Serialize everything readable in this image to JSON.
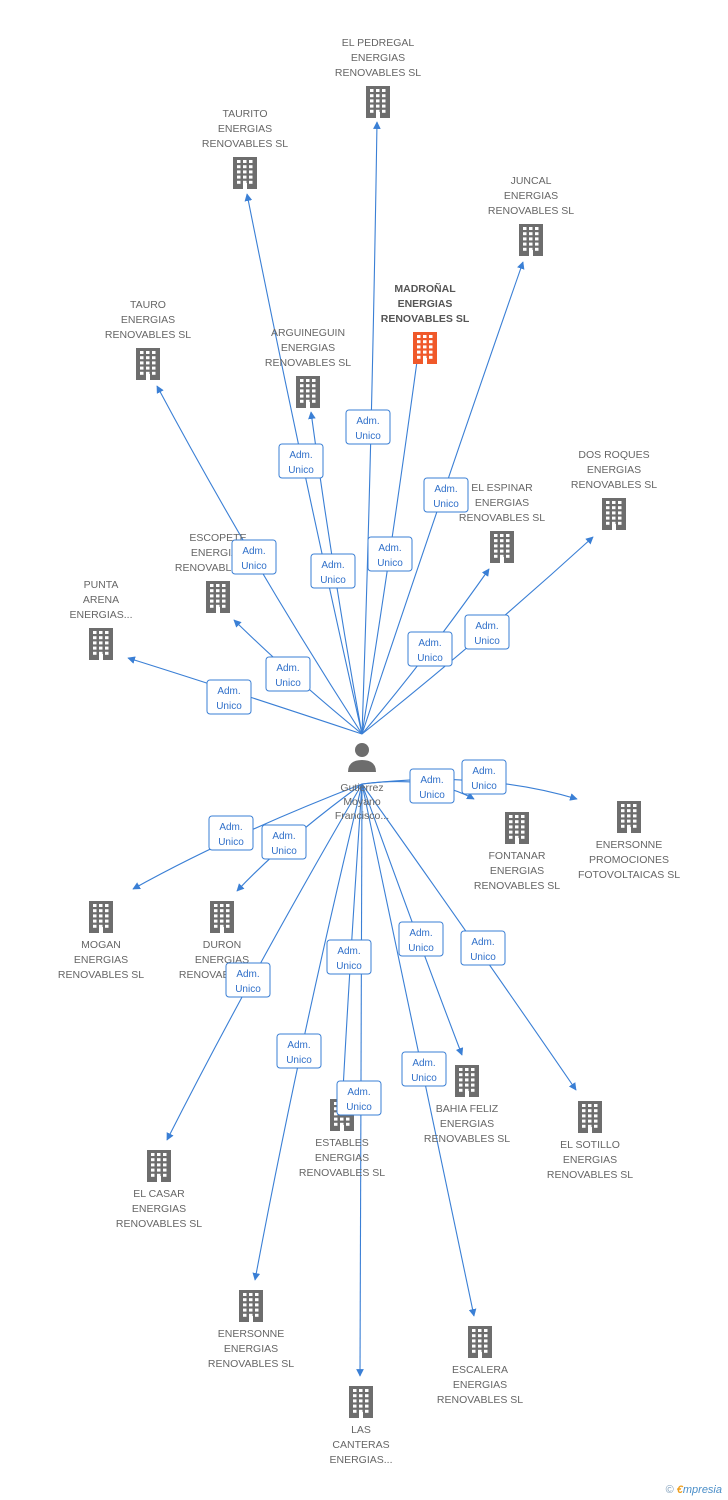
{
  "colors": {
    "edge": "#3a7fd5",
    "building": "#6d6d6d",
    "focus_building": "#f0592a",
    "person": "#6d6d6d"
  },
  "center": {
    "name": "Gutierrez Moyano Francisco...",
    "lines": [
      "Gutierrez",
      "Moyano",
      "Francisco..."
    ],
    "icon": "person-icon"
  },
  "edge_label": {
    "line1": "Adm.",
    "line2": "Unico"
  },
  "companies": [
    {
      "id": "el-pedregal",
      "lines": [
        "EL PEDREGAL",
        "ENERGIAS",
        "RENOVABLES SL"
      ],
      "focus": false
    },
    {
      "id": "taurito",
      "lines": [
        "TAURITO",
        "ENERGIAS",
        "RENOVABLES SL"
      ],
      "focus": false
    },
    {
      "id": "juncal",
      "lines": [
        "JUNCAL",
        "ENERGIAS",
        "RENOVABLES SL"
      ],
      "focus": false
    },
    {
      "id": "madronal",
      "lines": [
        "MADROÑAL",
        "ENERGIAS",
        "RENOVABLES SL"
      ],
      "focus": true
    },
    {
      "id": "tauro",
      "lines": [
        "TAURO",
        "ENERGIAS",
        "RENOVABLES SL"
      ],
      "focus": false
    },
    {
      "id": "arguineguin",
      "lines": [
        "ARGUINEGUIN",
        "ENERGIAS",
        "RENOVABLES SL"
      ],
      "focus": false
    },
    {
      "id": "dos-roques",
      "lines": [
        "DOS ROQUES",
        "ENERGIAS",
        "RENOVABLES SL"
      ],
      "focus": false
    },
    {
      "id": "el-espinar",
      "lines": [
        "EL ESPINAR",
        "ENERGIAS",
        "RENOVABLES SL"
      ],
      "focus": false
    },
    {
      "id": "escopete",
      "lines": [
        "ESCOPETE",
        "ENERGIAS",
        "RENOVABLES SL"
      ],
      "focus": false
    },
    {
      "id": "punta-arena",
      "lines": [
        "PUNTA",
        "ARENA",
        "ENERGIAS..."
      ],
      "focus": false
    },
    {
      "id": "fontanar",
      "lines": [
        "FONTANAR",
        "ENERGIAS",
        "RENOVABLES SL"
      ],
      "focus": false
    },
    {
      "id": "enersonne-promociones",
      "lines": [
        "ENERSONNE",
        "PROMOCIONES",
        "FOTOVOLTAICAS SL"
      ],
      "focus": false
    },
    {
      "id": "mogan",
      "lines": [
        "MOGAN",
        "ENERGIAS",
        "RENOVABLES SL"
      ],
      "focus": false
    },
    {
      "id": "duron",
      "lines": [
        "DURON",
        "ENERGIAS",
        "RENOVABLES SL"
      ],
      "focus": false
    },
    {
      "id": "bahia-feliz",
      "lines": [
        "BAHIA FELIZ",
        "ENERGIAS",
        "RENOVABLES SL"
      ],
      "focus": false
    },
    {
      "id": "el-sotillo",
      "lines": [
        "EL SOTILLO",
        "ENERGIAS",
        "RENOVABLES SL"
      ],
      "focus": false
    },
    {
      "id": "estables",
      "lines": [
        "ESTABLES",
        "ENERGIAS",
        "RENOVABLES SL"
      ],
      "focus": false
    },
    {
      "id": "el-casar",
      "lines": [
        "EL CASAR",
        "ENERGIAS",
        "RENOVABLES SL"
      ],
      "focus": false
    },
    {
      "id": "enersonne-energias",
      "lines": [
        "ENERSONNE",
        "ENERGIAS",
        "RENOVABLES SL"
      ],
      "focus": false
    },
    {
      "id": "escalera",
      "lines": [
        "ESCALERA",
        "ENERGIAS",
        "RENOVABLES SL"
      ],
      "focus": false
    },
    {
      "id": "las-canteras",
      "lines": [
        "LAS",
        "CANTERAS",
        "ENERGIAS..."
      ],
      "focus": false
    }
  ],
  "footer": {
    "copyright": "©",
    "brand_e": "€",
    "brand_rest": "mpresia"
  }
}
